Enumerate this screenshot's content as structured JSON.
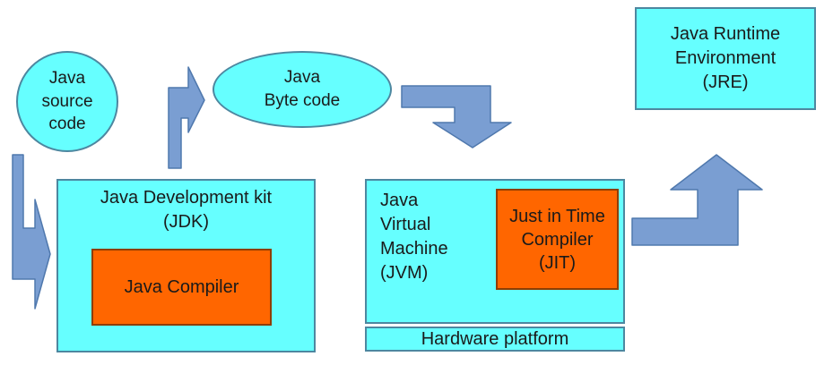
{
  "colors": {
    "background": "#ffffff",
    "node_fill": "#66ffff",
    "node_border": "#4d87a0",
    "accent_fill": "#ff6600",
    "accent_border": "#8f3d00",
    "arrow_fill": "#7a9ed2",
    "arrow_border": "#4f78ad",
    "text": "#1a1a1a"
  },
  "nodes": {
    "source_code": {
      "label": "Java\nsource\ncode"
    },
    "byte_code": {
      "label": "Java\nByte code"
    },
    "jdk": {
      "label": "Java Development kit\n(JDK)"
    },
    "java_compiler": {
      "label": "Java Compiler"
    },
    "jvm": {
      "label": "Java\nVirtual\nMachine\n(JVM)"
    },
    "jit": {
      "label": "Just in Time\nCompiler\n(JIT)"
    },
    "hardware_platform": {
      "label": "Hardware platform"
    },
    "jre": {
      "label": "Java Runtime\nEnvironment\n(JRE)"
    }
  },
  "arrows": [
    {
      "name": "source-code-to-jdk",
      "direction": "down-then-right"
    },
    {
      "name": "jdk-to-byte-code",
      "direction": "up-then-right"
    },
    {
      "name": "byte-code-to-jvm",
      "direction": "right-then-down"
    },
    {
      "name": "jvm-to-jre",
      "direction": "right-then-up"
    }
  ]
}
